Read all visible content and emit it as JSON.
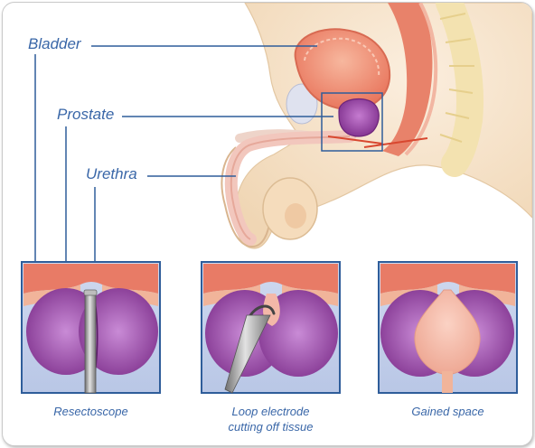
{
  "labels": {
    "bladder": "Bladder",
    "prostate": "Prostate",
    "urethra": "Urethra"
  },
  "captions": {
    "panel1": "Resectoscope",
    "panel2_line1": "Loop electrode",
    "panel2_line2": "cutting off tissue",
    "panel3": "Gained space"
  },
  "colors": {
    "label_blue": "#3a67a8",
    "leader_line": "#2f5d9a",
    "skin": "#f6e4c6",
    "bladder": "#f08c73",
    "prostate": "#a04aa8",
    "rectum": "#e8826a",
    "instrument": "#9a9a9a"
  }
}
